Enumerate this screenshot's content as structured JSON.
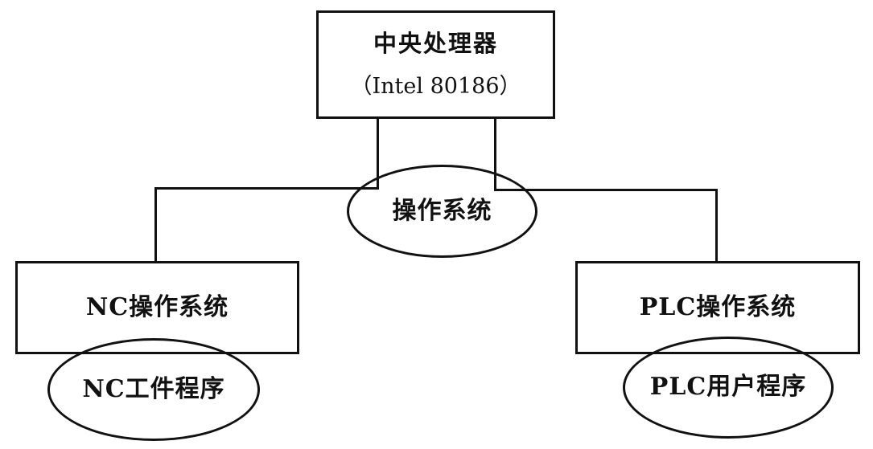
{
  "colors": {
    "background": "#ffffff",
    "stroke": "#111111",
    "text": "#111111"
  },
  "diagram": {
    "type": "architecture-diagram",
    "nodes": {
      "cpu": {
        "shape": "rectangle",
        "title": "中央处理器",
        "subtitle": "（Intel 80186）"
      },
      "os": {
        "shape": "ellipse",
        "label": "操作系统"
      },
      "nc_os": {
        "shape": "rectangle",
        "label": "NC操作系统"
      },
      "plc_os": {
        "shape": "rectangle",
        "label": "PLC操作系统"
      },
      "nc_program": {
        "shape": "ellipse",
        "label": "NC工件程序"
      },
      "plc_program": {
        "shape": "ellipse",
        "label": "PLC用户程序"
      }
    },
    "edges": [
      {
        "from": "cpu",
        "to": "os",
        "style": "orthogonal-left-drop"
      },
      {
        "from": "cpu",
        "to": "os",
        "style": "orthogonal-right-drop"
      },
      {
        "from": "os",
        "to": "nc_os",
        "style": "orthogonal"
      },
      {
        "from": "os",
        "to": "plc_os",
        "style": "orthogonal"
      }
    ]
  }
}
